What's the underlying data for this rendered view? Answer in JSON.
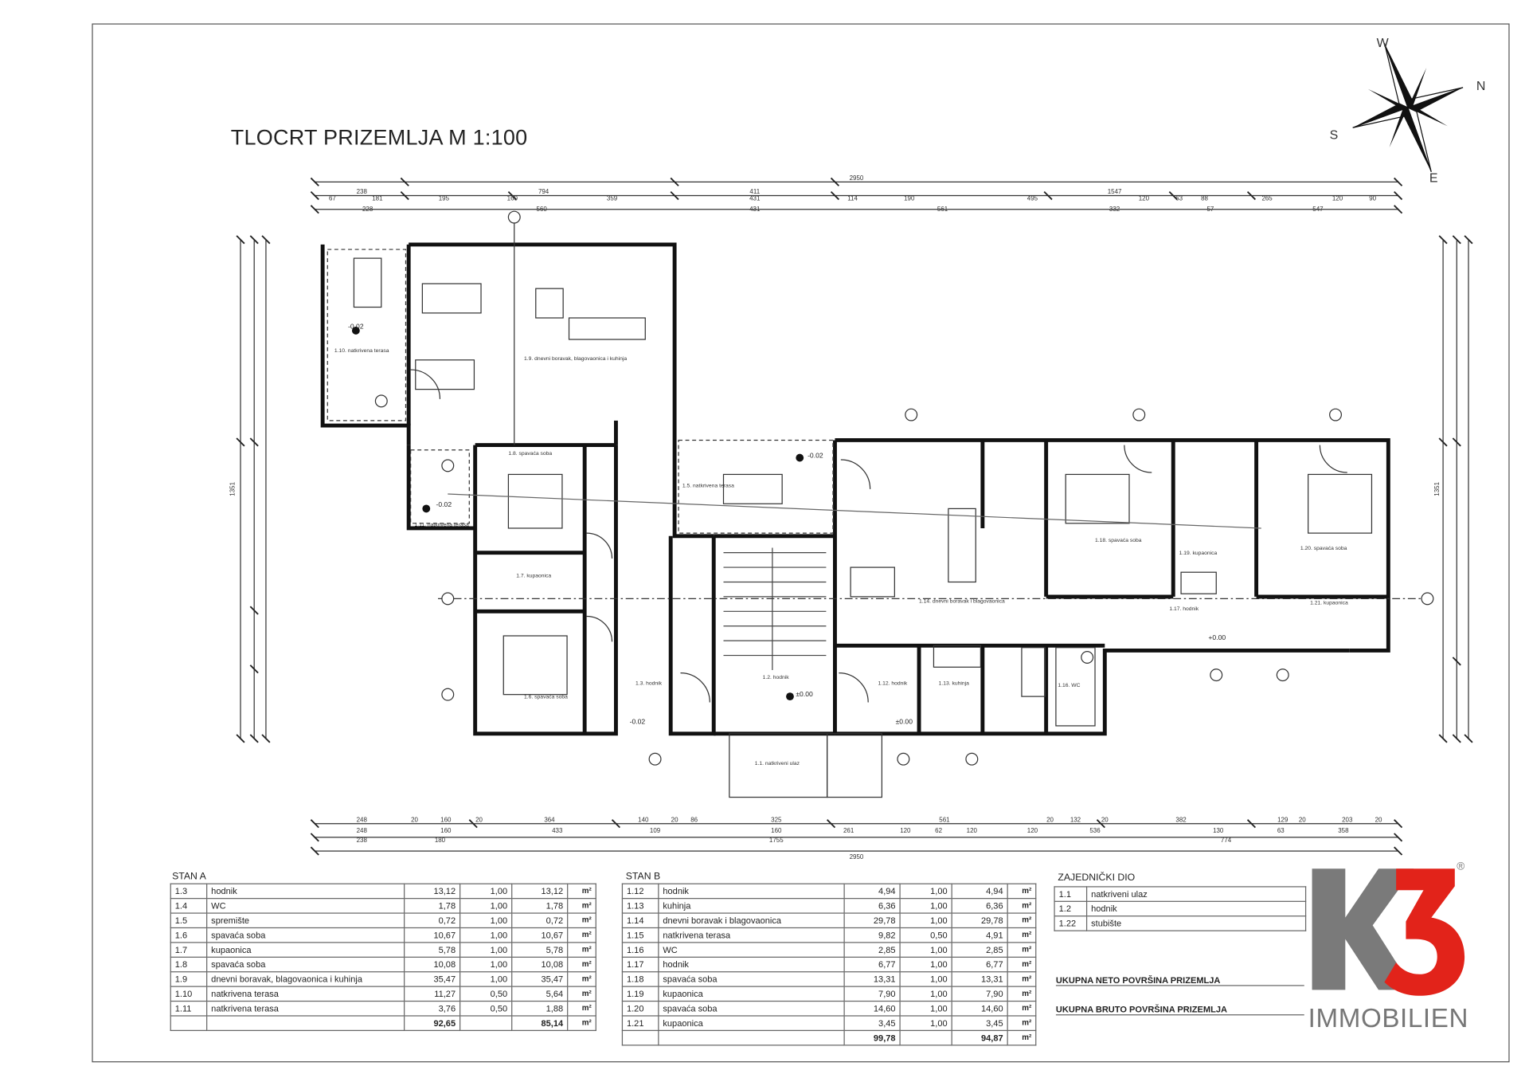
{
  "title": "TLOCRT PRIZEMLJA M 1:100",
  "compass": {
    "w": "W",
    "n": "N",
    "s": "S",
    "e": "E"
  },
  "dims": {
    "top_total": "2950",
    "top_row1": [
      "238",
      "794",
      "411",
      "1547"
    ],
    "top_row2": [
      "67",
      "181",
      "195",
      "160",
      "359",
      "431",
      "114",
      "190",
      "495",
      "120",
      "63",
      "88",
      "265",
      "120",
      "90"
    ],
    "top_row3": [
      "228",
      "560",
      "431",
      "561",
      "332",
      "57",
      "547"
    ],
    "bottom_row1": [
      "248",
      "20",
      "160",
      "20",
      "364",
      "140",
      "20",
      "86",
      "325",
      "561",
      "20",
      "132",
      "20",
      "382",
      "129",
      "20",
      "203",
      "20"
    ],
    "bottom_row2": [
      "248",
      "160",
      "433",
      "109",
      "160",
      "261",
      "120",
      "62",
      "120",
      "120",
      "536",
      "130",
      "63",
      "358"
    ],
    "bottom_row3": [
      "238",
      "180",
      "1755",
      "774"
    ],
    "bottom_total": "2950",
    "left_total": "1351",
    "right_total": "1351"
  },
  "rooms": [
    "1.10. natkrivena terasa",
    "1.9. dnevni boravak, blagovaonica i kuhinja",
    "1.8. spavaća soba",
    "1.11. natkrivena terasa",
    "1.7. kupaonica",
    "1.6. spavaća soba",
    "1.5. natkrivena terasa",
    "1.3. hodnik",
    "1.2. hodnik",
    "1.1. natkriveni ulaz",
    "1.14. dnevni boravak i blagovaonica",
    "1.12. hodnik",
    "1.13. kuhinja",
    "1.18. spavaća soba",
    "1.19. kupaonica",
    "1.17. hodnik",
    "1.20. spavaća soba",
    "1.21. kupaonica",
    "1.16. WC"
  ],
  "levels": [
    "-0.02",
    "-0.02",
    "-0.02",
    "±0.00",
    "-0.02",
    "±0.00",
    "+0.00"
  ],
  "stan_a": {
    "heading": "STAN A",
    "rows": [
      [
        "1.3",
        "hodnik",
        "13,12",
        "1,00",
        "13,12",
        "m²"
      ],
      [
        "1.4",
        "WC",
        "1,78",
        "1,00",
        "1,78",
        "m²"
      ],
      [
        "1.5",
        "spremište",
        "0,72",
        "1,00",
        "0,72",
        "m²"
      ],
      [
        "1.6",
        "spavaća soba",
        "10,67",
        "1,00",
        "10,67",
        "m²"
      ],
      [
        "1.7",
        "kupaonica",
        "5,78",
        "1,00",
        "5,78",
        "m²"
      ],
      [
        "1.8",
        "spavaća soba",
        "10,08",
        "1,00",
        "10,08",
        "m²"
      ],
      [
        "1.9",
        "dnevni boravak, blagovaonica i kuhinja",
        "35,47",
        "1,00",
        "35,47",
        "m²"
      ],
      [
        "1.10",
        "natkrivena terasa",
        "11,27",
        "0,50",
        "5,64",
        "m²"
      ],
      [
        "1.11",
        "natkrivena terasa",
        "3,76",
        "0,50",
        "1,88",
        "m²"
      ]
    ],
    "total_gross": "92,65",
    "total_net": "85,14",
    "unit": "m²"
  },
  "stan_b": {
    "heading": "STAN B",
    "rows": [
      [
        "1.12",
        "hodnik",
        "4,94",
        "1,00",
        "4,94",
        "m²"
      ],
      [
        "1.13",
        "kuhinja",
        "6,36",
        "1,00",
        "6,36",
        "m²"
      ],
      [
        "1.14",
        "dnevni boravak i blagovaonica",
        "29,78",
        "1,00",
        "29,78",
        "m²"
      ],
      [
        "1.15",
        "natkrivena terasa",
        "9,82",
        "0,50",
        "4,91",
        "m²"
      ],
      [
        "1.16",
        "WC",
        "2,85",
        "1,00",
        "2,85",
        "m²"
      ],
      [
        "1.17",
        "hodnik",
        "6,77",
        "1,00",
        "6,77",
        "m²"
      ],
      [
        "1.18",
        "spavaća soba",
        "13,31",
        "1,00",
        "13,31",
        "m²"
      ],
      [
        "1.19",
        "kupaonica",
        "7,90",
        "1,00",
        "7,90",
        "m²"
      ],
      [
        "1.20",
        "spavaća soba",
        "14,60",
        "1,00",
        "14,60",
        "m²"
      ],
      [
        "1.21",
        "kupaonica",
        "3,45",
        "1,00",
        "3,45",
        "m²"
      ]
    ],
    "total_gross": "99,78",
    "total_net": "94,87",
    "unit": "m²"
  },
  "zajednicki": {
    "heading": "ZAJEDNIČKI DIO",
    "rows": [
      [
        "1.1",
        "natkriveni ulaz"
      ],
      [
        "1.2",
        "hodnik"
      ],
      [
        "1.22",
        "stubište"
      ]
    ],
    "neto_label": "UKUPNA NETO POVRŠINA PRIZEMLJA",
    "bruto_label": "UKUPNA BRUTO POVRŠINA PRIZEMLJA"
  },
  "logo": {
    "mark": "K3",
    "registered": "®",
    "name": "IMMOBILIEN",
    "colors": {
      "k": "#7a7a7a",
      "three": "#e2231a"
    }
  }
}
